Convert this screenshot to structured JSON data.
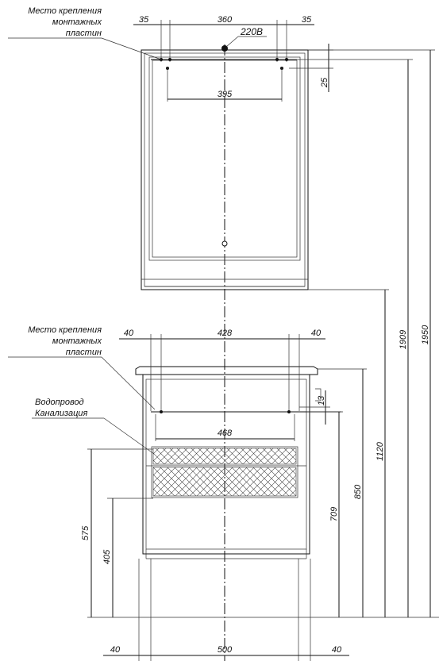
{
  "labels": {
    "mount_plates_top": [
      "Место крепления",
      "монтажных",
      "пластин"
    ],
    "mount_plates_bottom": [
      "Место крепления",
      "монтажных",
      "пластин"
    ],
    "plumbing": [
      "Водопровод",
      "Канализация"
    ],
    "power": "220В"
  },
  "dims": {
    "mirror_top_left": "35",
    "mirror_top_mid": "360",
    "mirror_top_right": "35",
    "mirror_inner": "395",
    "mirror_offset": "25",
    "cabinet_top_left": "40",
    "cabinet_top_mid": "428",
    "cabinet_top_right": "40",
    "cabinet_inner": "468",
    "cabinet_offset": "13",
    "bottom_left": "40",
    "bottom_mid": "500",
    "bottom_right": "40",
    "h_1950": "1950",
    "h_1909": "1909",
    "h_1120": "1120",
    "h_850": "850",
    "h_709": "709",
    "h_575": "575",
    "h_405": "405"
  }
}
